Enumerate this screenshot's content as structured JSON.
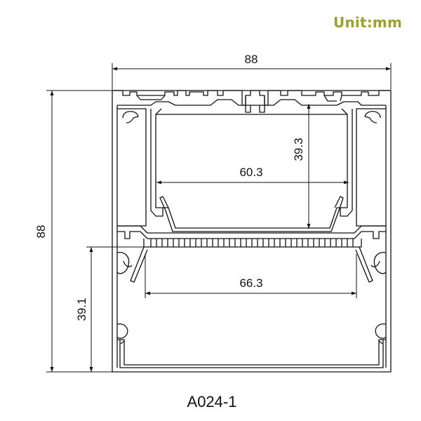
{
  "unit_label": "Unit:mm",
  "model": "A024-1",
  "dimensions": {
    "overall_width": "88",
    "overall_height": "88",
    "upper_channel_width": "60.3",
    "upper_channel_depth": "39.3",
    "lower_channel_width": "66.3",
    "lower_channel_height": "39.1"
  },
  "colors": {
    "unit_text": "#a0a02c",
    "line": "#111111"
  }
}
